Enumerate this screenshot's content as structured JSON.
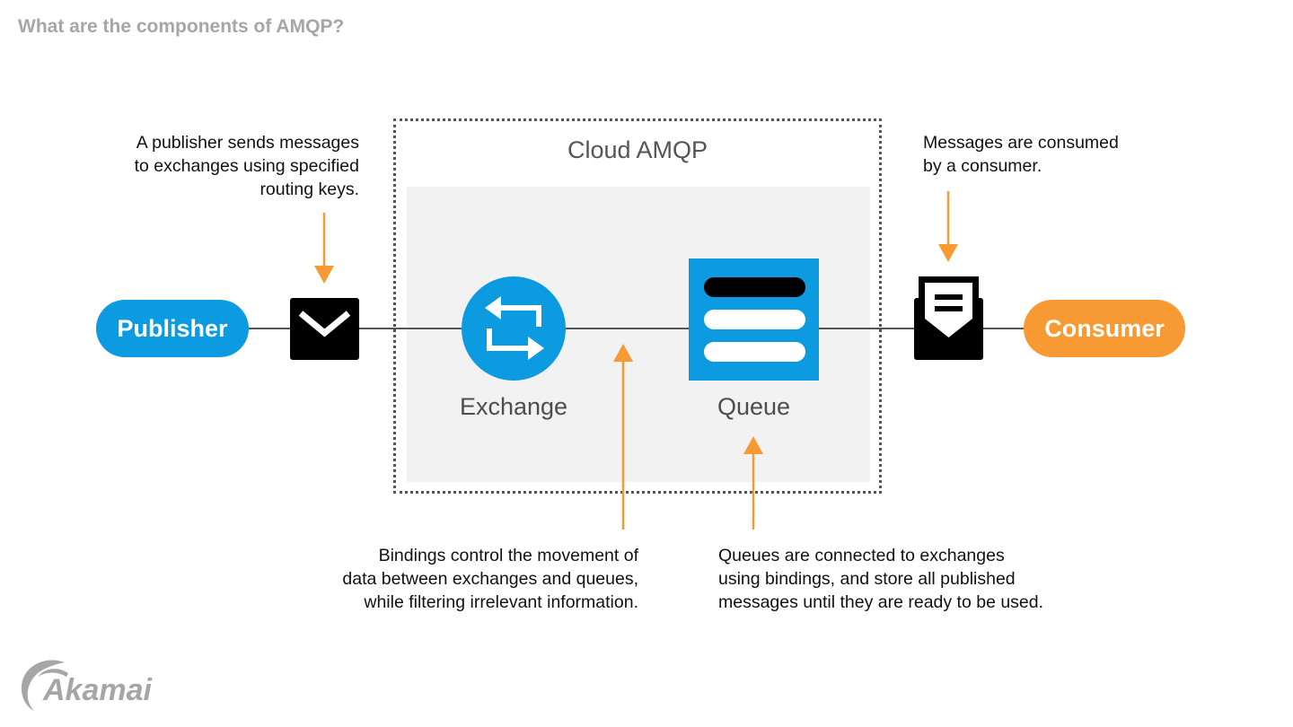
{
  "title": "What are the components of AMQP?",
  "cloud": {
    "title": "Cloud AMQP"
  },
  "nodes": {
    "publisher": "Publisher",
    "exchange": "Exchange",
    "queue": "Queue",
    "consumer": "Consumer"
  },
  "callouts": {
    "publisher": [
      "A publisher sends messages",
      "to exchanges using specified",
      "routing keys."
    ],
    "consumer": [
      "Messages are consumed",
      "by a consumer."
    ],
    "bindings": [
      "Bindings control the movement of",
      "data between exchanges and queues,",
      "while filtering irrelevant information."
    ],
    "queues": [
      "Queues are connected to exchanges",
      "using bindings, and store all published",
      "messages until they are ready to be used."
    ]
  },
  "icons": {
    "publisher_message": "envelope-closed-icon",
    "consumer_message": "envelope-open-icon",
    "exchange": "exchange-arrows-icon",
    "queue": "queue-list-icon"
  },
  "colors": {
    "blue": "#0c9ae0",
    "orange": "#f79a33",
    "cloud_bg": "#f2f2f2",
    "title_gray": "#a6a6a6"
  },
  "logo": {
    "text": "Akamai"
  }
}
